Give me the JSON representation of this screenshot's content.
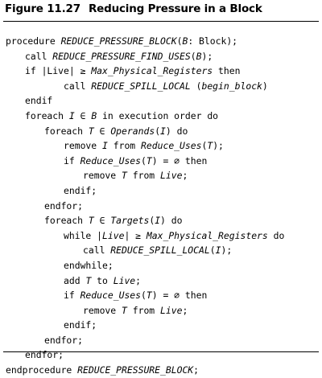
{
  "figure": {
    "number": "Figure 11.27",
    "title": "Reducing Pressure in a Block"
  },
  "code_lines": [
    "procedure REDUCE_PRESSURE_BLOCK(B: Block);",
    "call REDUCE_PRESSURE_FIND_USES(B);",
    "if |Live| ≥ Max_Physical_Registers then",
    "call REDUCE_SPILL_LOCAL (begin_block)",
    "endif",
    "foreach I ∈ B in execution order do",
    "foreach T ∈ Operands(I) do",
    "remove I from Reduce_Uses(T);",
    "if Reduce_Uses(T) = ∅ then",
    "remove T from Live;",
    "endif;",
    "endfor;",
    "foreach T ∈ Targets(I) do",
    "while |Live| ≥ Max_Physical_Registers do",
    "call REDUCE_SPILL_LOCAL(I);",
    "endwhile;",
    "add T to Live;",
    "if Reduce_Uses(T) = ∅ then",
    "remove T from Live;",
    "endif;",
    "endfor;",
    "endfor;",
    "endprocedure REDUCE_PRESSURE_BLOCK;"
  ],
  "code_indent_levels": [
    0,
    1,
    1,
    3,
    1,
    1,
    2,
    3,
    3,
    4,
    3,
    2,
    2,
    3,
    4,
    3,
    3,
    3,
    4,
    3,
    2,
    1,
    0
  ]
}
